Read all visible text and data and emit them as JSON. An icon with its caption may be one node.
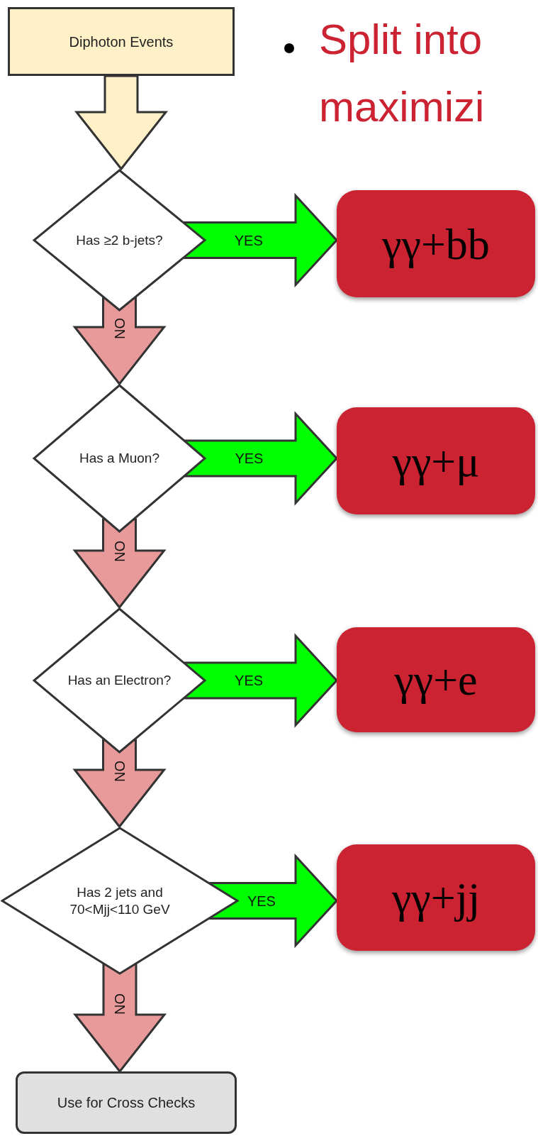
{
  "diagram": {
    "nodes": [
      {
        "text": [
          "Diphoton Events"
        ]
      },
      {
        "text": [
          "Has ≥2 b-jets?"
        ]
      },
      {
        "text": [
          "γγ+bb"
        ]
      },
      {
        "text": [
          "Has a Muon?"
        ]
      },
      {
        "text": [
          "γγ+μ"
        ]
      },
      {
        "text": [
          "Has an Electron?"
        ]
      },
      {
        "text": [
          "γγ+e"
        ]
      },
      {
        "text": [
          "Has 2 jets and 70<Mjj<110 GeV"
        ]
      },
      {
        "text": [
          "γγ+jj"
        ]
      },
      {
        "text": [
          "Use for Cross Checks"
        ]
      }
    ],
    "edges": [
      {
        "from": 0,
        "to": 1,
        "arrow": "to",
        "style": "thick",
        "color": "#fff0c8"
      },
      {
        "from": 1,
        "to": 2,
        "arrow": "to",
        "label": "YES",
        "style": "thick",
        "color": "#00ff00"
      },
      {
        "from": 1,
        "to": 3,
        "arrow": "to",
        "label": "NO",
        "style": "thick",
        "color": "#e89a9a"
      },
      {
        "from": 3,
        "to": 4,
        "arrow": "to",
        "label": "YES",
        "style": "thick",
        "color": "#00ff00"
      },
      {
        "from": 3,
        "to": 5,
        "arrow": "to",
        "label": "NO",
        "style": "thick",
        "color": "#e89a9a"
      },
      {
        "from": 5,
        "to": 6,
        "arrow": "to",
        "label": "YES",
        "style": "thick",
        "color": "#00ff00"
      },
      {
        "from": 5,
        "to": 7,
        "arrow": "to",
        "label": "NO",
        "style": "thick",
        "color": "#e89a9a"
      },
      {
        "from": 7,
        "to": 8,
        "arrow": "to",
        "label": "YES",
        "style": "thick",
        "color": "#00ff00"
      },
      {
        "from": 7,
        "to": 9,
        "arrow": "to",
        "label": "NO",
        "style": "thick",
        "color": "#e89a9a"
      }
    ],
    "labels": [
      "Split into maximizi"
    ]
  }
}
